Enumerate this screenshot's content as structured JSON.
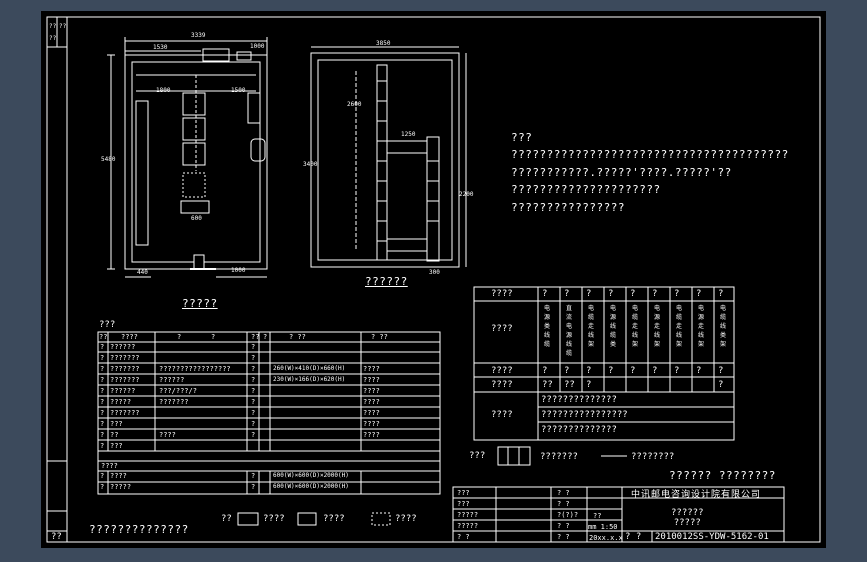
{
  "notes": {
    "heading": "???",
    "lines": [
      "???????????????????????????????????????",
      " ???????????.?????'????.?????'??",
      "?????????????????????",
      "????????????????"
    ]
  },
  "plan_title": "?????",
  "elevation_title": "??????",
  "plan_dims": {
    "total_width": "3339",
    "left_seg": "1530",
    "top_mid": "1800",
    "mid_right": "1500",
    "height": "5480",
    "bottom_left": "440",
    "bottom_right": "1000",
    "cab_width": "600",
    "right_tag": "1000"
  },
  "elev_dims": {
    "total_width": "3850",
    "height": "3400",
    "inner": "2600",
    "bridge": "1250",
    "rail_h": "2200",
    "bottom": "300"
  },
  "equipment_table": {
    "caption": "???",
    "headers": [
      "??",
      "????",
      "?",
      "?",
      "??",
      "?",
      "? ??",
      "? ??"
    ],
    "rows": [
      [
        "?",
        "??????",
        "",
        "?",
        ""
      ],
      [
        "?",
        "???????",
        "",
        "?",
        ""
      ],
      [
        "?",
        "???????",
        "?????????????????",
        "?",
        "260(W)×410(D)×660(H)",
        "????"
      ],
      [
        "?",
        "???????",
        "??????",
        "?",
        "230(W)×166(D)×620(H)",
        "????"
      ],
      [
        "?",
        "??????",
        "???/???/?",
        "?",
        "",
        "????"
      ],
      [
        "?",
        "?????",
        "???????",
        "?",
        "",
        "????"
      ],
      [
        "?",
        "???????",
        "",
        "?",
        "",
        "????"
      ],
      [
        "?",
        "???",
        "",
        "?",
        "",
        "????"
      ],
      [
        "?",
        "??",
        "????",
        "?",
        "",
        "????"
      ],
      [
        "?",
        "???",
        "",
        "",
        "",
        ""
      ]
    ],
    "section2": "????",
    "rows2": [
      [
        "?",
        "????",
        "?",
        "600(W)×600(D)×2000(H)"
      ],
      [
        "?",
        "?????",
        "?",
        "600(W)×600(D)×2000(H)"
      ]
    ]
  },
  "legend_boxes": [
    "??",
    "????",
    "????",
    "????"
  ],
  "footer_note": "??????????????",
  "matrix_table": {
    "header_label": "????",
    "header_cells": [
      "?",
      "?",
      "?",
      "?",
      "?",
      "?",
      "?",
      "?",
      "?"
    ],
    "type_label": "????",
    "type_cells": [
      "电\n源\n类\n线\n缆",
      "直\n流\n电\n源\n线\n缆",
      "电\n缆\n走\n线\n架",
      "电\n源\n线\n缆\n类",
      "电\n缆\n走\n线\n架",
      "电\n源\n走\n线\n架",
      "电\n缆\n走\n线\n架",
      "电\n源\n走\n线\n架",
      "电\n缆\n线\n类\n架"
    ],
    "row3_label": "????",
    "row3_cells": [
      "?",
      "?",
      "?",
      "?",
      "?",
      "?",
      "?",
      "?",
      "?"
    ],
    "row4_label": "????",
    "row4_cells": [
      "??",
      "??",
      "?",
      "",
      "",
      "",
      "",
      "",
      "?"
    ],
    "note_label": "????",
    "note_lines": [
      "??????????????",
      "????????????????",
      "??????????????"
    ]
  },
  "symbol_legend": {
    "label": "???",
    "tray_text": "???????",
    "line_text": "????????"
  },
  "scale_row": "?????? ????????",
  "title_block": {
    "company": "中讯邮电咨询设计院有限公司",
    "rows_left": [
      "???",
      "???",
      "?????",
      "?????",
      "? ?"
    ],
    "rows_mid": [
      "? ?",
      "? ?",
      "?(?)?",
      "? ?",
      "? ?"
    ],
    "scale": "mm 1:50",
    "mid_extra": "??",
    "date": "20xx.x.x",
    "drawing_name": "??????\n?????",
    "number_label": "? ?",
    "drawing_number": "2010012SS-YDW-5162-01"
  },
  "side_marks": [
    "??",
    "??",
    "??"
  ],
  "corner_mark": "??"
}
